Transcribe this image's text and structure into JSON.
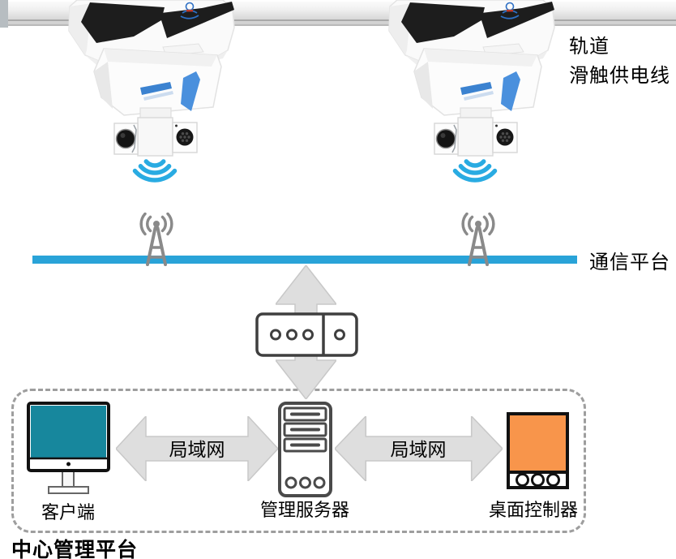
{
  "diagram_title": "中心管理平台",
  "top_section": {
    "rail_label_line1": "轨道",
    "rail_label_line2": "滑触供电线",
    "robot_count": 2,
    "robot_icon": "rail-inspection-robot-icon",
    "wifi_icon": "wifi-waves-icon",
    "rail_icon": "overhead-rail"
  },
  "communication": {
    "label": "通信平台",
    "antenna_icon": "radio-tower-icon",
    "line_color": "#29A3D8"
  },
  "links": {
    "uplink_icon": "vertical-double-arrow",
    "switch_icon": "network-switch-icon",
    "lan_left_label": "局域网",
    "lan_right_label": "局域网"
  },
  "management_platform": {
    "label": "中心管理平台",
    "devices": [
      {
        "name": "客户端",
        "icon": "desktop-monitor-icon",
        "color": "#17879D"
      },
      {
        "name": "管理服务器",
        "icon": "server-tower-icon",
        "color": "#FFFFFF"
      },
      {
        "name": "桌面控制器",
        "icon": "desktop-controller-icon",
        "color": "#F8954B"
      }
    ]
  },
  "colors": {
    "wifi_blue": "#29ABE2",
    "comm_line_blue": "#29A3D8",
    "client_screen_teal": "#17879D",
    "controller_orange": "#F8954B",
    "arrow_gray": "#DEDEDE",
    "robot_accent_blue": "#4A90DD",
    "antenna_gray": "#8A8A8A",
    "outline_dark": "#3F3F3F",
    "dashed_border_gray": "#9E9E9E"
  }
}
